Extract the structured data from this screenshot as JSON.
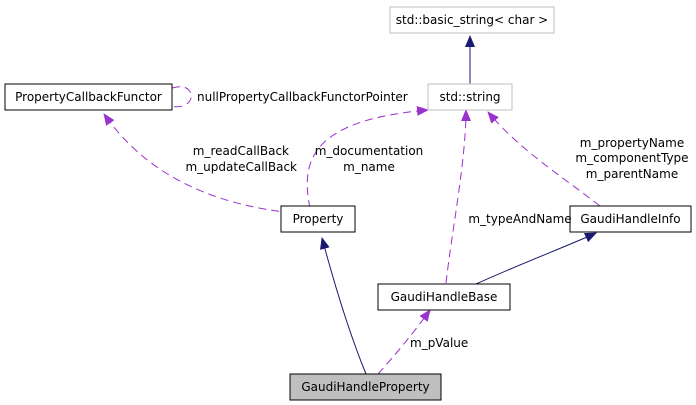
{
  "nodes": {
    "basic_string": "std::basic_string< char >",
    "string": "std::string",
    "callback_functor": "PropertyCallbackFunctor",
    "property": "Property",
    "handle_info": "GaudiHandleInfo",
    "handle_base": "GaudiHandleBase",
    "handle_property": "GaudiHandleProperty"
  },
  "edge_labels": {
    "null_ptr": "nullPropertyCallbackFunctorPointer",
    "read_callback": "m_readCallBack",
    "update_callback": "m_updateCallBack",
    "documentation": "m_documentation",
    "name": "m_name",
    "type_and_name": "m_typeAndName",
    "property_name": "m_propertyName",
    "component_type": "m_componentType",
    "parent_name": "m_parentName",
    "p_value": "m_pValue"
  },
  "colors": {
    "inheritance": "#191970",
    "usage": "#9a32cd",
    "node_border": "#000000",
    "external_border": "#bfbfbf",
    "highlight_fill": "#bfbfbf"
  }
}
